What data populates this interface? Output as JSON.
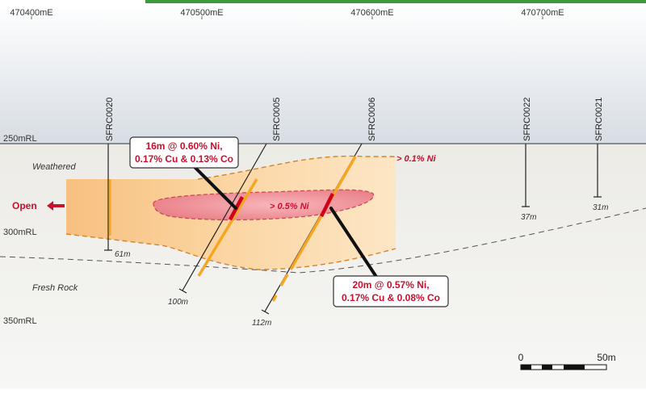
{
  "eastings": [
    "470400mE",
    "470500mE",
    "470600mE",
    "470700mE"
  ],
  "levels": [
    "250mRL",
    "300mRL",
    "350mRL"
  ],
  "zones": {
    "weathered": "Weathered",
    "fresh_rock": "Fresh Rock"
  },
  "grade_labels": {
    "outer": "> 0.1% Ni",
    "inner": "> 0.5% Ni"
  },
  "open_label": "Open",
  "drill_holes": [
    {
      "id": "SFRC0020",
      "depth": "61m"
    },
    {
      "id": "SFRC0005",
      "depth": "100m"
    },
    {
      "id": "SFRC0006",
      "depth": "112m"
    },
    {
      "id": "SFRC0022",
      "depth": "37m"
    },
    {
      "id": "SFRC0021",
      "depth": "31m"
    }
  ],
  "intercepts": [
    {
      "line1": "16m @ 0.60% Ni,",
      "line2": "0.17% Cu & 0.13% Co"
    },
    {
      "line1": "20m @ 0.57% Ni,",
      "line2": "0.17% Cu & 0.08% Co"
    }
  ],
  "scale_bar": {
    "start": "0",
    "end": "50m"
  },
  "colors": {
    "sky": "#dde3e9",
    "ground_top": "#efeeea",
    "ground_bottom": "#f6f6f4",
    "halo": "#f7c98a",
    "high_grade": "#ef8f97",
    "intercept_orange": "#f5a623",
    "intercept_red": "#d0021b",
    "accent_red": "#c8102e",
    "green_bar": "#3c9a3c"
  }
}
